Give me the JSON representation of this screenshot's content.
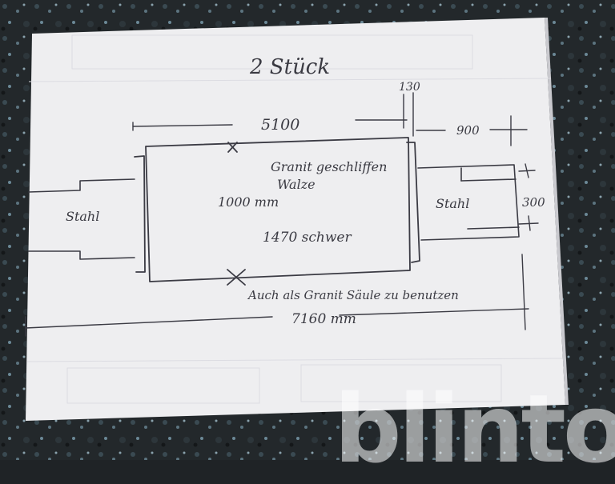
{
  "sketch": {
    "quantity_note": "2 Stück",
    "dim_top_length": "5100",
    "dim_collar": "130",
    "dim_right_length": "900",
    "dim_right_height": "300",
    "roller_label_line1": "Granit geschliffen",
    "roller_label_line2": "Walze",
    "roller_diameter": "1000 mm",
    "roller_weight": "1470 schwer",
    "left_shaft_label": "Stahl",
    "right_shaft_label": "Stahl",
    "usage_note": "Auch als Granit Säule zu benutzen",
    "dim_total_length": "7160 mm"
  },
  "watermark": {
    "text": "blinto"
  },
  "colors": {
    "paper": "#eeeef0",
    "ink": "#3b3b44",
    "counter": "#1f2326"
  }
}
